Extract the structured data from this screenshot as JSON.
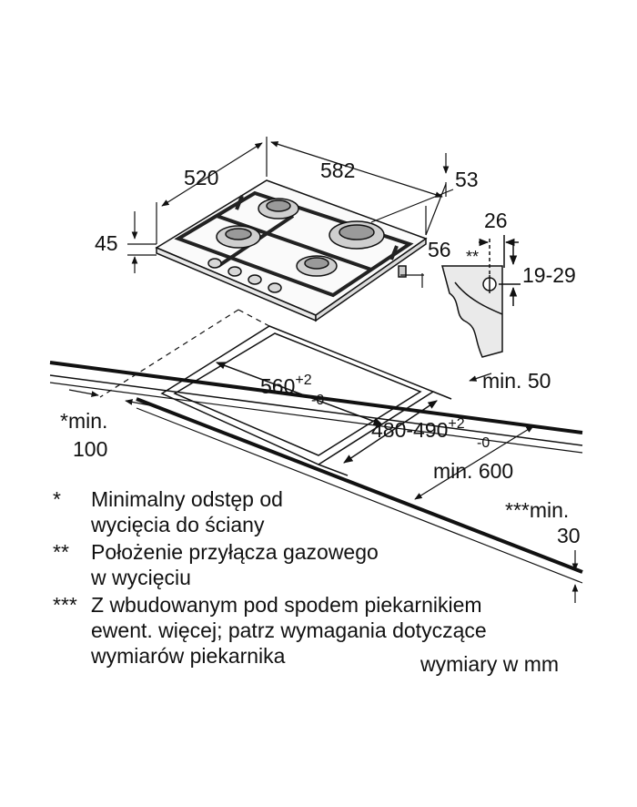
{
  "dimensions": {
    "hob_depth": "520",
    "hob_width": "582",
    "side_offset": "53",
    "hob_height": "45",
    "cutout_edge": "56",
    "gas_width": "26",
    "gas_mark": "**",
    "gas_height": "19-29",
    "cutout_width": "560",
    "cutout_width_tol_plus": "+2",
    "cutout_width_tol_minus": "-0",
    "cutout_depth": "480-490",
    "cutout_depth_tol_plus": "+2",
    "cutout_depth_tol_minus": "-0",
    "rear_min": "min. 50",
    "front_min": "min. 600",
    "wall_min_line1": "*min.",
    "wall_min_line2": "100",
    "thickness_line1": "***min.",
    "thickness_line2": "30"
  },
  "notes": [
    {
      "mark": "*",
      "lines": [
        "Minimalny odstęp od",
        "wycięcia do ściany"
      ]
    },
    {
      "mark": "**",
      "lines": [
        "Położenie przyłącza gazowego",
        "w wycięciu"
      ]
    },
    {
      "mark": "***",
      "lines": [
        "Z wbudowanym pod spodem piekarnikiem",
        "ewent. więcej; patrz wymagania dotyczące",
        "wymiarów piekarnika"
      ]
    }
  ],
  "units_note": "wymiary w mm"
}
